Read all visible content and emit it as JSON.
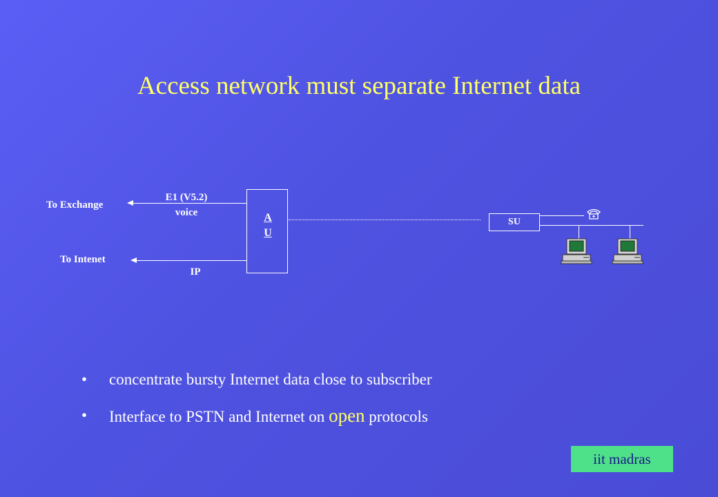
{
  "title": "Access network must separate Internet data",
  "diagram": {
    "to_exchange": "To Exchange",
    "to_internet": "To Intenet",
    "e1_label_line1": "E1 (V5.2)",
    "e1_label_line2": "voice",
    "ip_label": "IP",
    "au_line1": "A",
    "au_line2": "U",
    "su_label": "SU",
    "phone_glyph": "☏"
  },
  "bullets": {
    "glyph": "•",
    "item1": "concentrate bursty Internet data close to subscriber",
    "item2_before": "Interface to PSTN and Internet on ",
    "item2_highlight": "open",
    "item2_after": " protocols"
  },
  "footer_badge": "iit madras",
  "colors": {
    "title": "#ffff66",
    "badge_bg": "#4fe08a",
    "badge_text": "#1a1a8a"
  }
}
